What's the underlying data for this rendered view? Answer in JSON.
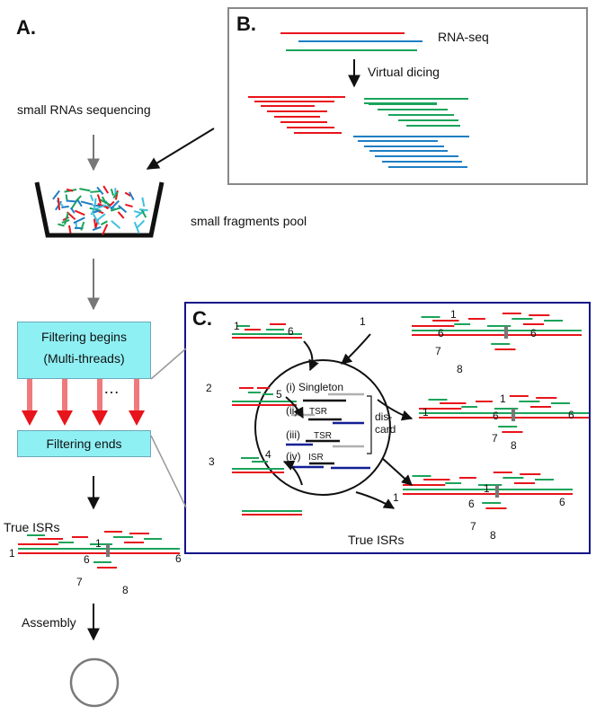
{
  "panels": {
    "a": "A.",
    "b": "B.",
    "c": "C."
  },
  "panel_a": {
    "step_sequencing": "small RNAs sequencing",
    "pool_label": "small fragments pool",
    "filter_begins_line1": "Filtering begins",
    "filter_begins_line2": "(Multi-threads)",
    "ellipsis": "…",
    "filter_ends": "Filtering ends",
    "true_isrs": "True ISRs",
    "assembly": "Assembly"
  },
  "panel_b": {
    "rna_seq": "RNA-seq",
    "virtual_dicing": "Virtual dicing"
  },
  "panel_c": {
    "true_isrs": "True ISRs",
    "discard": "dis-\ncard",
    "categories": [
      "(i) Singleton",
      "(ii)",
      "TSR",
      "(iii)",
      "TSR",
      "(iv)",
      "ISR"
    ]
  },
  "numbers": [
    "1",
    "6",
    "7",
    "8",
    "1",
    "6",
    "2",
    "5",
    "3",
    "4",
    "1",
    "1",
    "6",
    "6",
    "7",
    "8",
    "1",
    "1",
    "6",
    "6",
    "7",
    "8",
    "1",
    "1",
    "6",
    "6",
    "7",
    "8"
  ],
  "colors": {
    "red": "#e8141b",
    "green": "#1aa35a",
    "blue": "#1e7fc4",
    "navy": "#121f95",
    "cyan_box": "#8ff0f4",
    "arrow_red": "#f0797b",
    "grey": "#8c8c8c"
  }
}
